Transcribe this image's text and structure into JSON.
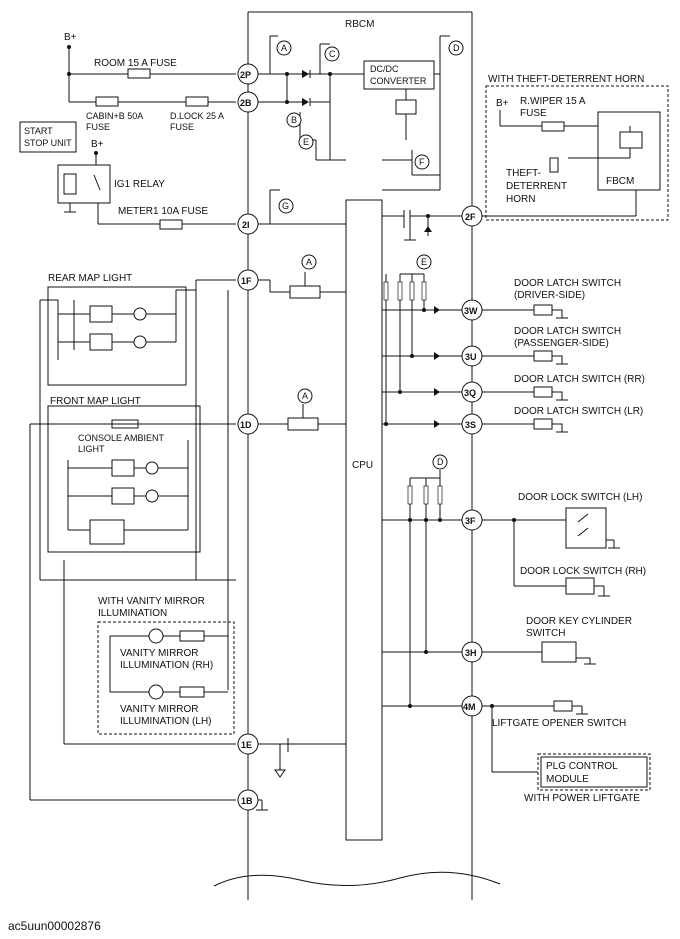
{
  "labels": {
    "rbcm": "RBCM",
    "cpu": "CPU",
    "dcdc": [
      "DC/DC",
      "CONVERTER"
    ],
    "b_plus": "B+",
    "room_fuse": "ROOM 15 A FUSE",
    "cabin_fuse": [
      "CABIN+B 50A",
      "FUSE"
    ],
    "dlock_fuse": [
      "D.LOCK 25 A",
      "FUSE"
    ],
    "start_stop": [
      "START",
      "STOP UNIT"
    ],
    "ig1_relay": "IG1 RELAY",
    "meter_fuse": "METER1 10A FUSE",
    "theft_title": "WITH THEFT-DETERRENT HORN",
    "rwiper_fuse": [
      "R.WIPER 15 A",
      "FUSE"
    ],
    "theft_horn": [
      "THEFT-",
      "DETERRENT",
      "HORN"
    ],
    "fbcm": "FBCM",
    "rear_map": "REAR MAP LIGHT",
    "front_map": "FRONT MAP LIGHT",
    "console_ambient": [
      "CONSOLE AMBIENT",
      "LIGHT"
    ],
    "vanity_title": [
      "WITH VANITY MIRROR",
      "ILLUMINATION"
    ],
    "vanity_rh": [
      "VANITY MIRROR",
      "ILLUMINATION (RH)"
    ],
    "vanity_lh": [
      "VANITY MIRROR",
      "ILLUMINATION (LH)"
    ],
    "dl_driver": [
      "DOOR LATCH SWITCH",
      "(DRIVER-SIDE)"
    ],
    "dl_passenger": [
      "DOOR LATCH SWITCH",
      "(PASSENGER-SIDE)"
    ],
    "dl_rr": "DOOR LATCH SWITCH (RR)",
    "dl_lr": "DOOR LATCH SWITCH (LR)",
    "lock_lh": "DOOR LOCK SWITCH (LH)",
    "lock_rh": "DOOR LOCK SWITCH (RH)",
    "key_cyl": [
      "DOOR KEY CYLINDER",
      "SWITCH"
    ],
    "liftgate": "LIFTGATE OPENER SWITCH",
    "plg": [
      "PLG CONTROL",
      "MODULE"
    ],
    "power_liftgate": "WITH POWER LIFTGATE"
  },
  "pins": {
    "p2P": "2P",
    "p2B": "2B",
    "p2I": "2I",
    "p2F": "2F",
    "p1F": "1F",
    "p1D": "1D",
    "p1E": "1E",
    "p1B": "1B",
    "p3W": "3W",
    "p3U": "3U",
    "p3Q": "3Q",
    "p3S": "3S",
    "p3F": "3F",
    "p3H": "3H",
    "p4M": "4M"
  },
  "callouts": {
    "A": "A",
    "B": "B",
    "C": "C",
    "D": "D",
    "E": "E",
    "F": "F",
    "G": "G"
  },
  "footer_code": "ac5uun00002876"
}
